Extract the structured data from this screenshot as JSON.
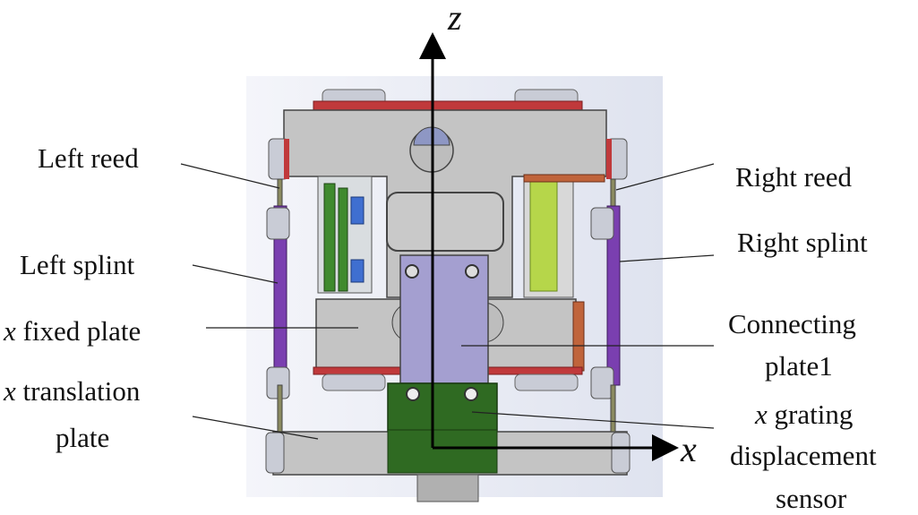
{
  "figure": {
    "type": "mechanical-assembly-front-view",
    "axes": {
      "vertical": "z",
      "horizontal": "x"
    },
    "labels_left": [
      {
        "id": "left-reed",
        "prefix": "",
        "text": "Left reed"
      },
      {
        "id": "left-splint",
        "prefix": "",
        "text": "Left splint"
      },
      {
        "id": "x-fixed-plate",
        "prefix": "x",
        "text": " fixed plate"
      },
      {
        "id": "x-translation-plate",
        "prefix": "x",
        "text": " translation",
        "line2": "plate"
      }
    ],
    "labels_right": [
      {
        "id": "right-reed",
        "prefix": "",
        "text": "Right reed"
      },
      {
        "id": "right-splint",
        "prefix": "",
        "text": "Right splint"
      },
      {
        "id": "connecting-plate",
        "prefix": "",
        "text": "Connecting",
        "line2": "plate1"
      },
      {
        "id": "x-grating-sensor",
        "prefix": "x",
        "text": " grating",
        "line2": "displacement",
        "line3": "sensor"
      }
    ],
    "colors": {
      "frame_gray": "#c4c4c4",
      "red_shim": "#c0393b",
      "purple_splint": "#7a3fb0",
      "connecting_plate": "#a49fd0",
      "sensor_green": "#2f6a22",
      "board_green": "#3f8a2e",
      "lime_block": "#b6d64a",
      "blue_chip": "#3f6fd0",
      "background_panel": "#e8ebf3"
    }
  }
}
